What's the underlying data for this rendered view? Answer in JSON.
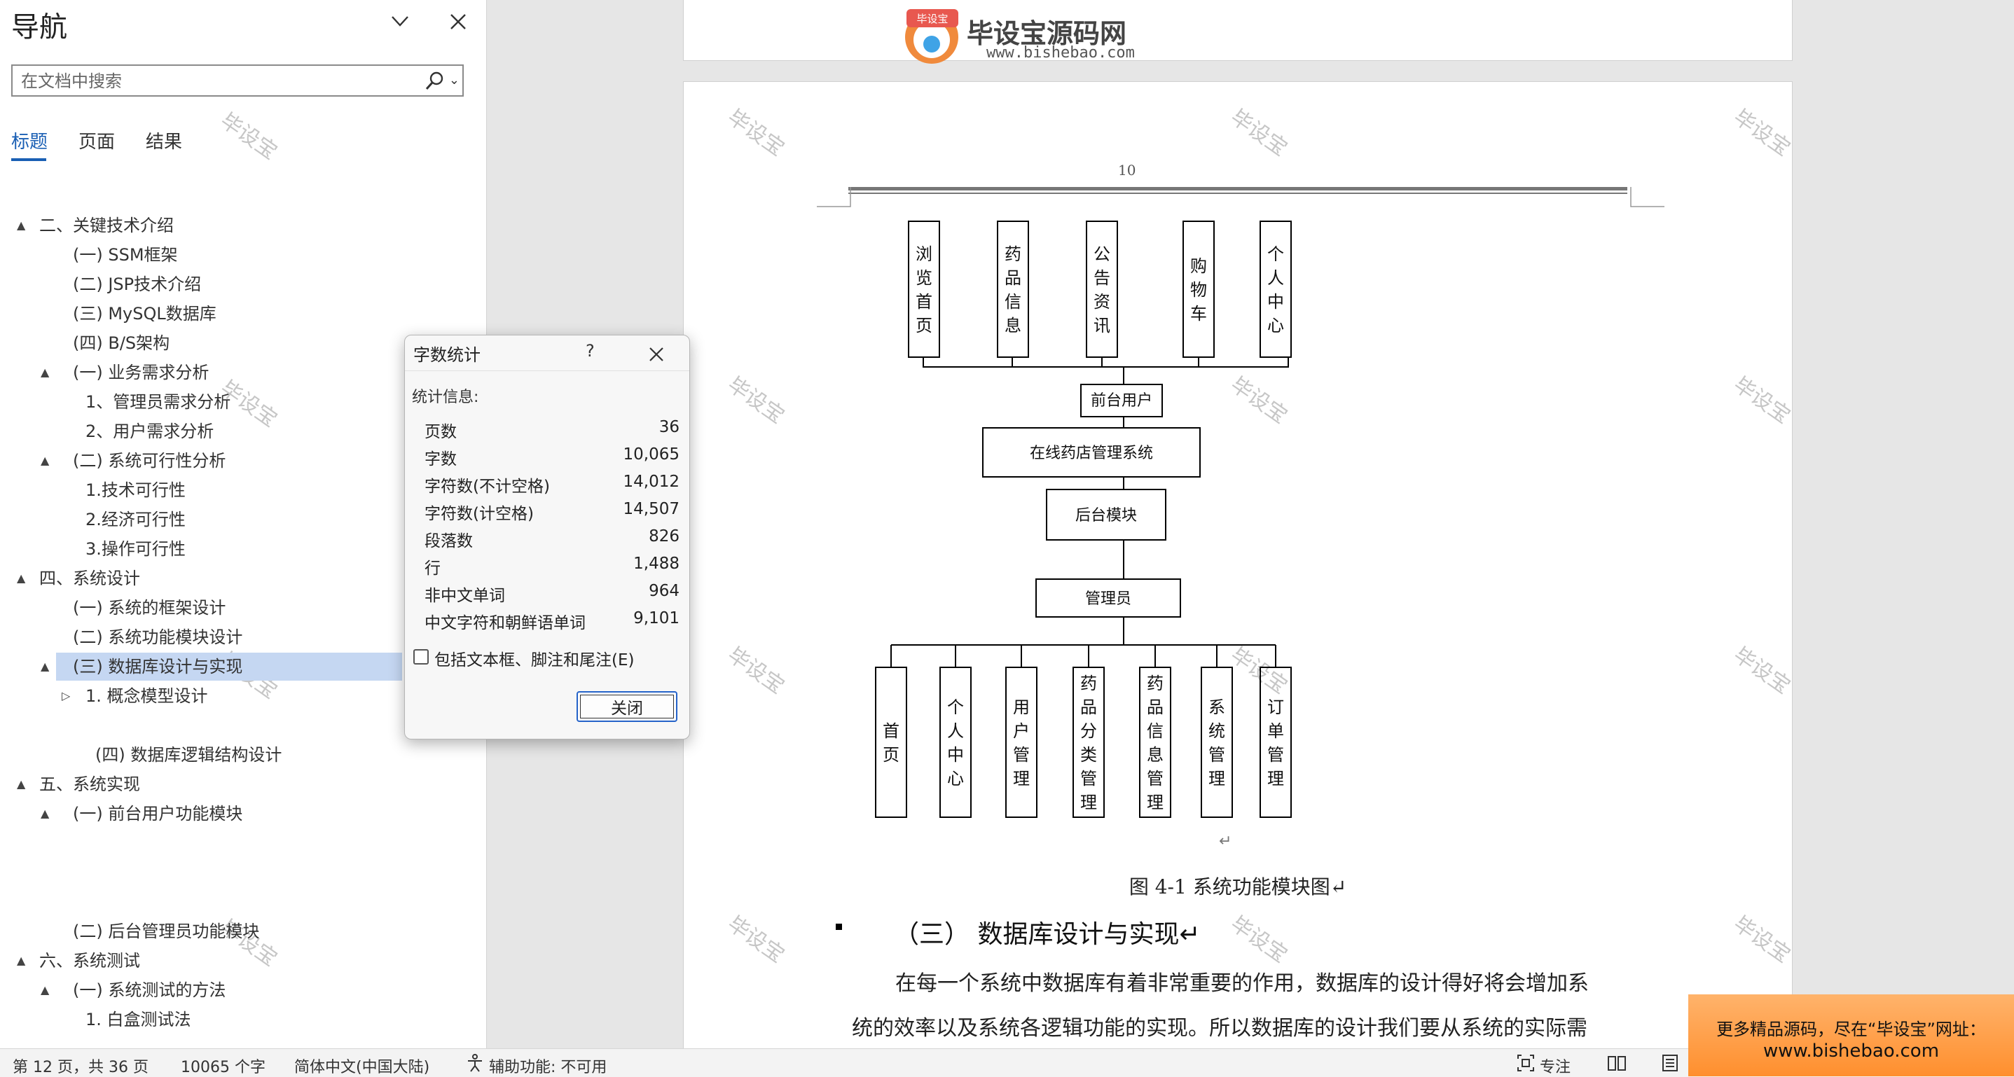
{
  "nav": {
    "title": "导航",
    "search_placeholder": "在文档中搜索",
    "tabs": [
      "标题",
      "页面",
      "结果"
    ],
    "items": [
      {
        "label": "二、关键技术介绍",
        "expand": "▲"
      },
      {
        "label": "(一)   SSM框架"
      },
      {
        "label": "(二)   JSP技术介绍"
      },
      {
        "label": "(三) MySQL数据库"
      },
      {
        "label": "(四) B/S架构"
      },
      {
        "label": "(一) 业务需求分析",
        "expand": "▲"
      },
      {
        "label": "1、管理员需求分析"
      },
      {
        "label": "2、用户需求分析"
      },
      {
        "label": "(二) 系统可行性分析",
        "expand": "▲"
      },
      {
        "label": "1.技术可行性"
      },
      {
        "label": "2.经济可行性"
      },
      {
        "label": "3.操作可行性"
      },
      {
        "label": "四、系统设计",
        "expand": "▲"
      },
      {
        "label": "(一) 系统的框架设计"
      },
      {
        "label": "(二) 系统功能模块设计"
      },
      {
        "label": "(三)   数据库设计与实现",
        "expand": "▲"
      },
      {
        "label": "1. 概念模型设计",
        "expand": "▷"
      },
      {
        "label": "(四) 数据库逻辑结构设计"
      },
      {
        "label": "五、系统实现",
        "expand": "▲"
      },
      {
        "label": "(一) 前台用户功能模块",
        "expand": "▲"
      },
      {
        "label": "(二) 后台管理员功能模块"
      },
      {
        "label": "六、系统测试",
        "expand": "▲"
      },
      {
        "label": "(一) 系统测试的方法",
        "expand": "▲"
      },
      {
        "label": "1.  白盒测试法"
      }
    ]
  },
  "watermark": {
    "text": "毕设宝"
  },
  "logo": {
    "badge": "毕设宝",
    "name": "毕设宝源码网",
    "url": "www.bishebao.com"
  },
  "doc": {
    "page_number": "10",
    "diagram": {
      "top_modules": [
        "浏览首页",
        "药品信息",
        "公告资讯",
        "购物车",
        "个人中心"
      ],
      "front_user": "前台用户",
      "system": "在线药店管理系统",
      "backend": "后台模块",
      "admin": "管理员",
      "bottom_modules": [
        "首页",
        "个人中心",
        "用户管理",
        "药品分类管理",
        "药品信息管理",
        "系统管理",
        "订单管理"
      ]
    },
    "para_mark": "↵",
    "figure_caption": "图 4-1 系统功能模块图↵",
    "section_heading": "（三）  数据库设计与实现↵",
    "body_lines": [
      "在每一个系统中数据库有着非常重要的作用，数据库的设计得好将会增加系",
      "统的效率以及系统各逻辑功能的实现。所以数据库的设计我们要从系统的实际需"
    ]
  },
  "dialog": {
    "title": "字数统计",
    "help": "?",
    "stats_label": "统计信息:",
    "stats": [
      {
        "label": "页数",
        "value": "36"
      },
      {
        "label": "字数",
        "value": "10,065"
      },
      {
        "label": "字符数(不计空格)",
        "value": "14,012"
      },
      {
        "label": "字符数(计空格)",
        "value": "14,507"
      },
      {
        "label": "段落数",
        "value": "826"
      },
      {
        "label": "行",
        "value": "1,488"
      },
      {
        "label": "非中文单词",
        "value": "964"
      },
      {
        "label": "中文字符和朝鲜语单词",
        "value": "9,101"
      }
    ],
    "checkbox_label": "包括文本框、脚注和尾注(E)",
    "checkbox_checked": false,
    "close_button": "关闭"
  },
  "status": {
    "page": "第 12 页，共 36 页",
    "words": "10065 个字",
    "language": "简体中文(中国大陆)",
    "accessibility": "辅助功能: 不可用",
    "focus": "专注"
  },
  "promo": {
    "line1": "更多精品源码，尽在“毕设宝”网址：",
    "line2": "www.bishebao.com"
  }
}
